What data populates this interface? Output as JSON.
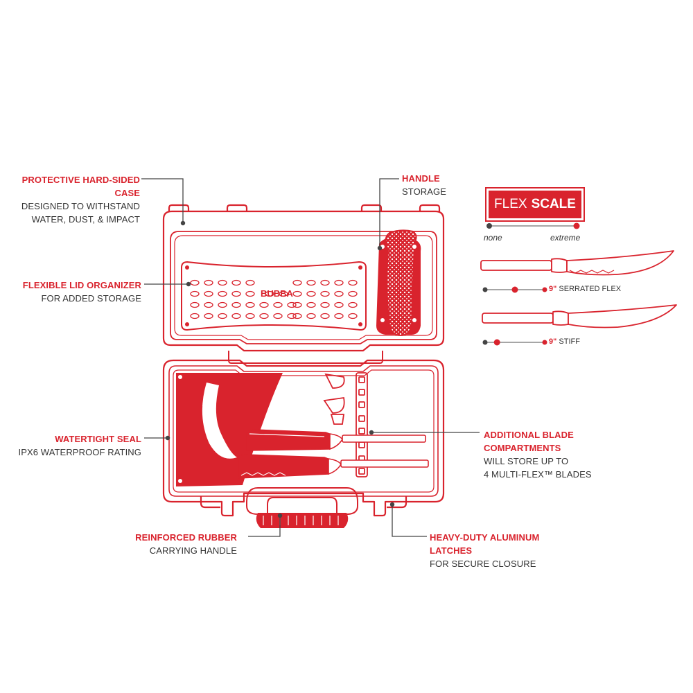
{
  "brand": {
    "logo_text": "BUBBA"
  },
  "colors": {
    "accent": "#d9232d",
    "text": "#333333",
    "background": "#ffffff"
  },
  "callouts": {
    "case": {
      "heading": "PROTECTIVE HARD-SIDED CASE",
      "line1": "DESIGNED TO WITHSTAND",
      "line2": "WATER, DUST, & IMPACT"
    },
    "handle_storage": {
      "heading": "HANDLE",
      "line1": "STORAGE"
    },
    "lid_organizer": {
      "heading": "FLEXIBLE LID ORGANIZER",
      "line1": "FOR ADDED STORAGE"
    },
    "seal": {
      "heading": "WATERTIGHT SEAL",
      "line1": "IPX6 WATERPROOF RATING"
    },
    "blade_compartments": {
      "heading1": "ADDITIONAL BLADE",
      "heading2": "COMPARTMENTS",
      "line1": "WILL STORE UP TO",
      "line2": "4  MULTI-FLEX™ BLADES"
    },
    "carry_handle": {
      "heading": "REINFORCED RUBBER",
      "line1": "CARRYING HANDLE"
    },
    "latches": {
      "heading": "HEAVY-DUTY ALUMINUM LATCHES",
      "line1": "FOR SECURE CLOSURE"
    }
  },
  "flex_scale": {
    "title_part1": "FLEX",
    "title_part2": "SCALE",
    "min_label": "none",
    "max_label": "extreme",
    "blades": [
      {
        "size": "9\"",
        "name": "SERRATED FLEX",
        "flex_level": 0.5
      },
      {
        "size": "9\"",
        "name": "STIFF",
        "flex_level": 0.2
      }
    ]
  }
}
